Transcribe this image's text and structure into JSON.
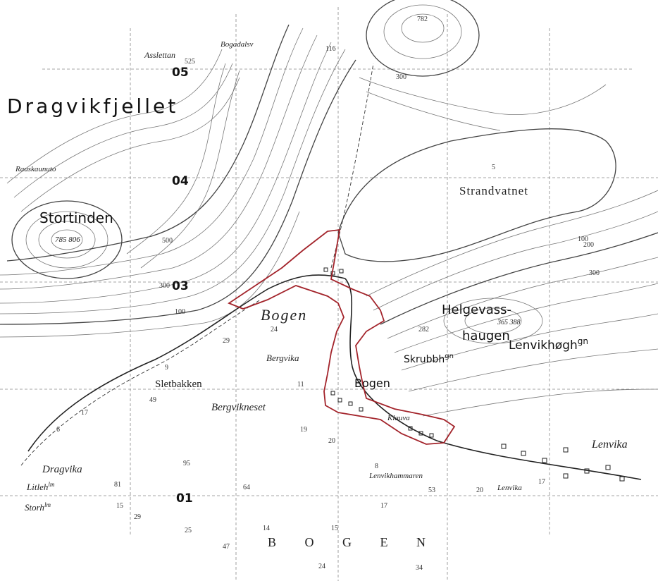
{
  "map": {
    "colors": {
      "boundary": "#a3242b",
      "contour": "#777777",
      "text": "#111111",
      "paper": "#ffffff"
    },
    "labels": {
      "dragvikfjellet": "Dragvikfjellet",
      "stortinden": "Stortinden",
      "stortinden_heights": "785 806",
      "strandvatnet": "Strandvatnet",
      "helgevasshaugen_1": "Helgevass-",
      "helgevasshaugen_2": "haugen",
      "helgevass_heights": "365 388",
      "lenvikhogh": "Lenvikhøgh",
      "lenvikhogh_sup": "gn",
      "skrubbh": "Skrubbh",
      "skrubbh_sup": "gn",
      "bogen_main": "Bogen",
      "bogen_small": "Bogen",
      "bergvika": "Bergvika",
      "bergvikneset": "Bergvikneset",
      "sletbakken": "Sletbakken",
      "dragvika": "Dragvika",
      "litleh": "Litleh",
      "litleh_sup": "lm",
      "storh": "Storh",
      "storh_sup": "lm",
      "lenvika": "Lenvika",
      "lenvika_small": "Lenvika",
      "lenvikhammaren": "Lenvikhammaren",
      "klauva": "Klauva",
      "asslettan": "Asslettan",
      "bogadalsv": "Bogadalsv",
      "bogen_bay": "B O G E N",
      "rauskaunuto": "Rauskaunuto"
    },
    "grid_labels": {
      "g05": "05",
      "g04": "04",
      "g03": "03",
      "g01": "01"
    },
    "spot_heights": {
      "h782": "782",
      "h116": "116",
      "h300a": "300",
      "h500": "500",
      "h300b": "300",
      "h100a": "100",
      "h100b": "100",
      "h200": "200",
      "h300c": "300",
      "h525": "525",
      "h5": "5",
      "h29a": "29",
      "h9": "9",
      "h49": "49",
      "h17a": "17",
      "h6": "6",
      "h11": "11",
      "h19": "19",
      "h20a": "20",
      "h95": "95",
      "h81": "81",
      "h15a": "15",
      "h64": "64",
      "h53": "53",
      "h17b": "17",
      "h20b": "20",
      "h17c": "17",
      "h29b": "29",
      "h25": "25",
      "h14": "14",
      "h15b": "15",
      "h47": "47",
      "h24": "24",
      "h34": "34",
      "h8": "8",
      "h282": "282",
      "h24b": "24"
    }
  }
}
